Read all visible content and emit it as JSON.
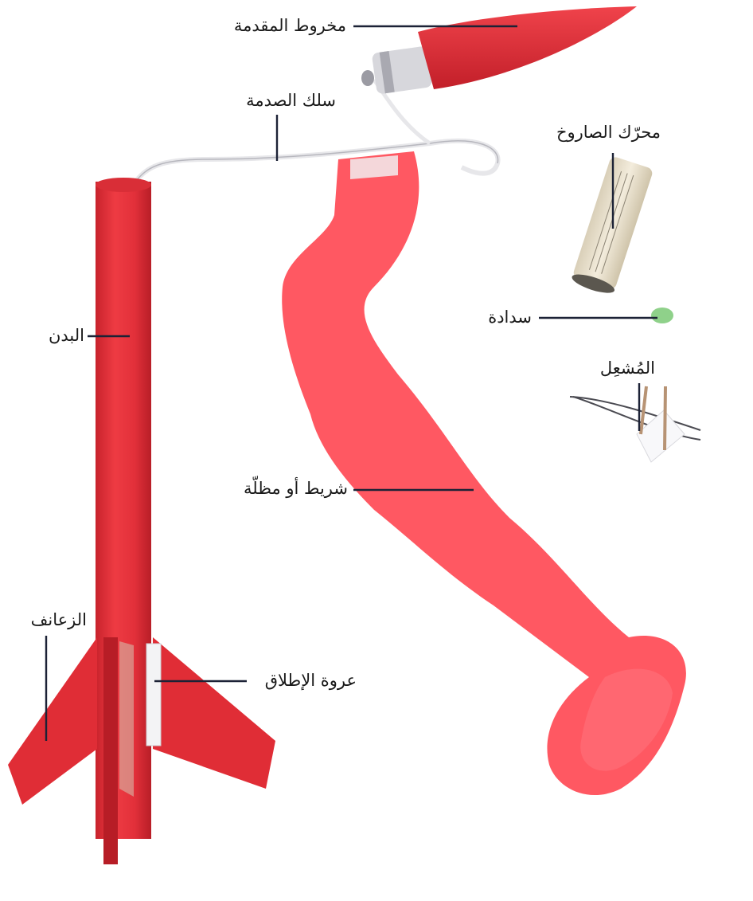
{
  "image": {
    "subject": "model-rocket-parts-diagram",
    "colors": {
      "background": "#ffffff",
      "rocket_red": "#e8323a",
      "streamer_red": "#ff4a55",
      "leader_line": "#1c2236",
      "engine_body": "#efe6d3"
    }
  },
  "labels": {
    "nose_cone": "مخروط المقدمة",
    "shock_cord": "سلك الصدمة",
    "rocket_engine": "محرّك الصاروخ",
    "plug": "سدادة",
    "igniter": "المُشعِل",
    "body_tube": "البدن",
    "streamer": "شريط أو مظلّة",
    "fins": "الزعانف",
    "launch_lug": "عروة الإطلاق"
  }
}
